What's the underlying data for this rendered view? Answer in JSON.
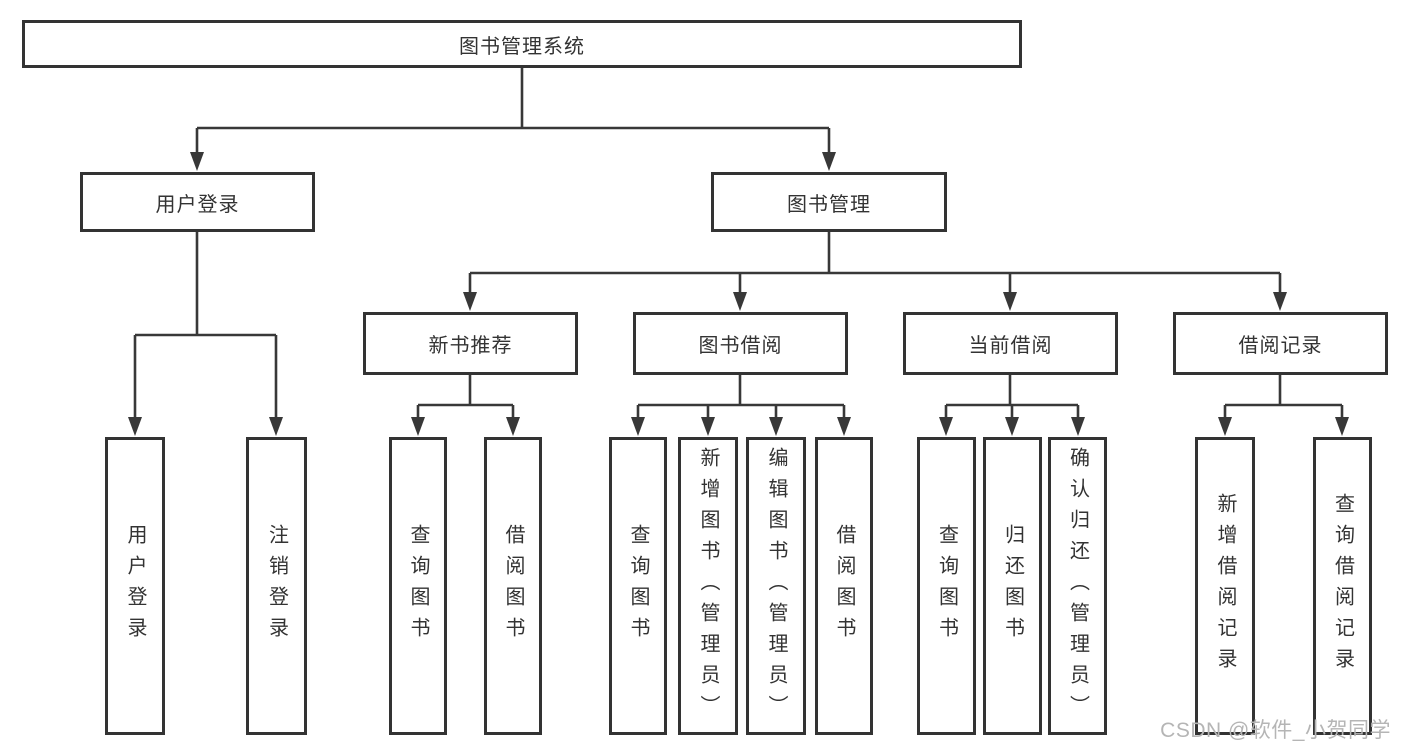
{
  "diagram": {
    "root": "图书管理系统",
    "branches": [
      {
        "label": "用户登录",
        "leaves": [
          "用户登录",
          "注销登录"
        ]
      },
      {
        "label": "图书管理",
        "children": [
          {
            "label": "新书推荐",
            "leaves": [
              "查询图书",
              "借阅图书"
            ]
          },
          {
            "label": "图书借阅",
            "leaves": [
              "查询图书",
              "新增图书（管理员）",
              "编辑图书（管理员）",
              "借阅图书"
            ]
          },
          {
            "label": "当前借阅",
            "leaves": [
              "查询图书",
              "归还图书",
              "确认归还（管理员）"
            ]
          },
          {
            "label": "借阅记录",
            "leaves": [
              "新增借阅记录",
              "查询借阅记录"
            ]
          }
        ]
      }
    ]
  },
  "watermark": "CSDN @软件_小贺同学",
  "colors": {
    "line": "#383838",
    "text": "#333333",
    "background": "#ffffff",
    "watermark": "#b5b5b5"
  }
}
